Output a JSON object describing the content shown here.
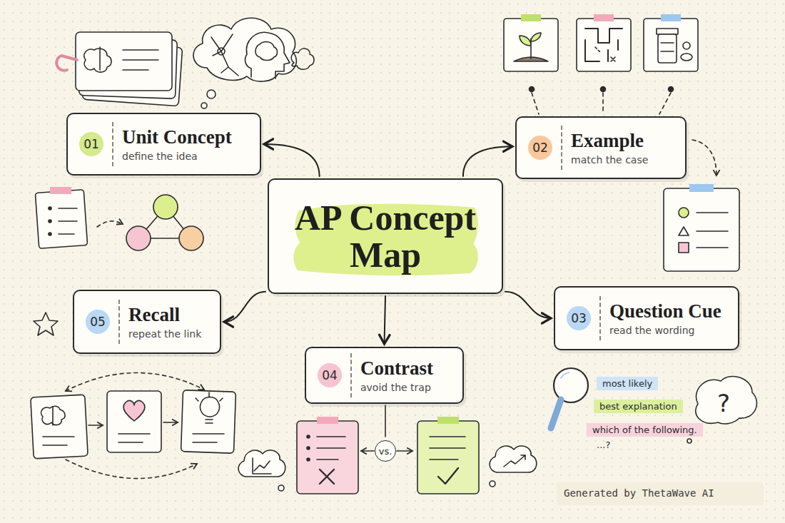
{
  "diagram": {
    "nodes": [
      {
        "text": [
          "AP Concept Map"
        ]
      },
      {
        "text": [
          "01",
          "Unit Concept",
          "define the idea"
        ]
      },
      {
        "text": [
          "02",
          "Example",
          "match the case"
        ]
      },
      {
        "text": [
          "03",
          "Question Cue",
          "read the wording"
        ]
      },
      {
        "text": [
          "05",
          "Recall",
          "repeat the link"
        ]
      },
      {
        "text": [
          "04",
          "Contrast",
          "avoid the trap"
        ]
      }
    ],
    "edges": [
      {
        "from": 0,
        "to": 1,
        "arrow": "to"
      },
      {
        "from": 0,
        "to": 2,
        "arrow": "to"
      },
      {
        "from": 0,
        "to": 3,
        "arrow": "to"
      },
      {
        "from": 0,
        "to": 4,
        "arrow": "to"
      },
      {
        "from": 0,
        "to": 5,
        "arrow": "to"
      }
    ],
    "labels": [
      "most likely",
      "best explanation",
      "which of the following.",
      "...?",
      "?",
      "vs.",
      "Generated by ThetaWave AI"
    ]
  }
}
